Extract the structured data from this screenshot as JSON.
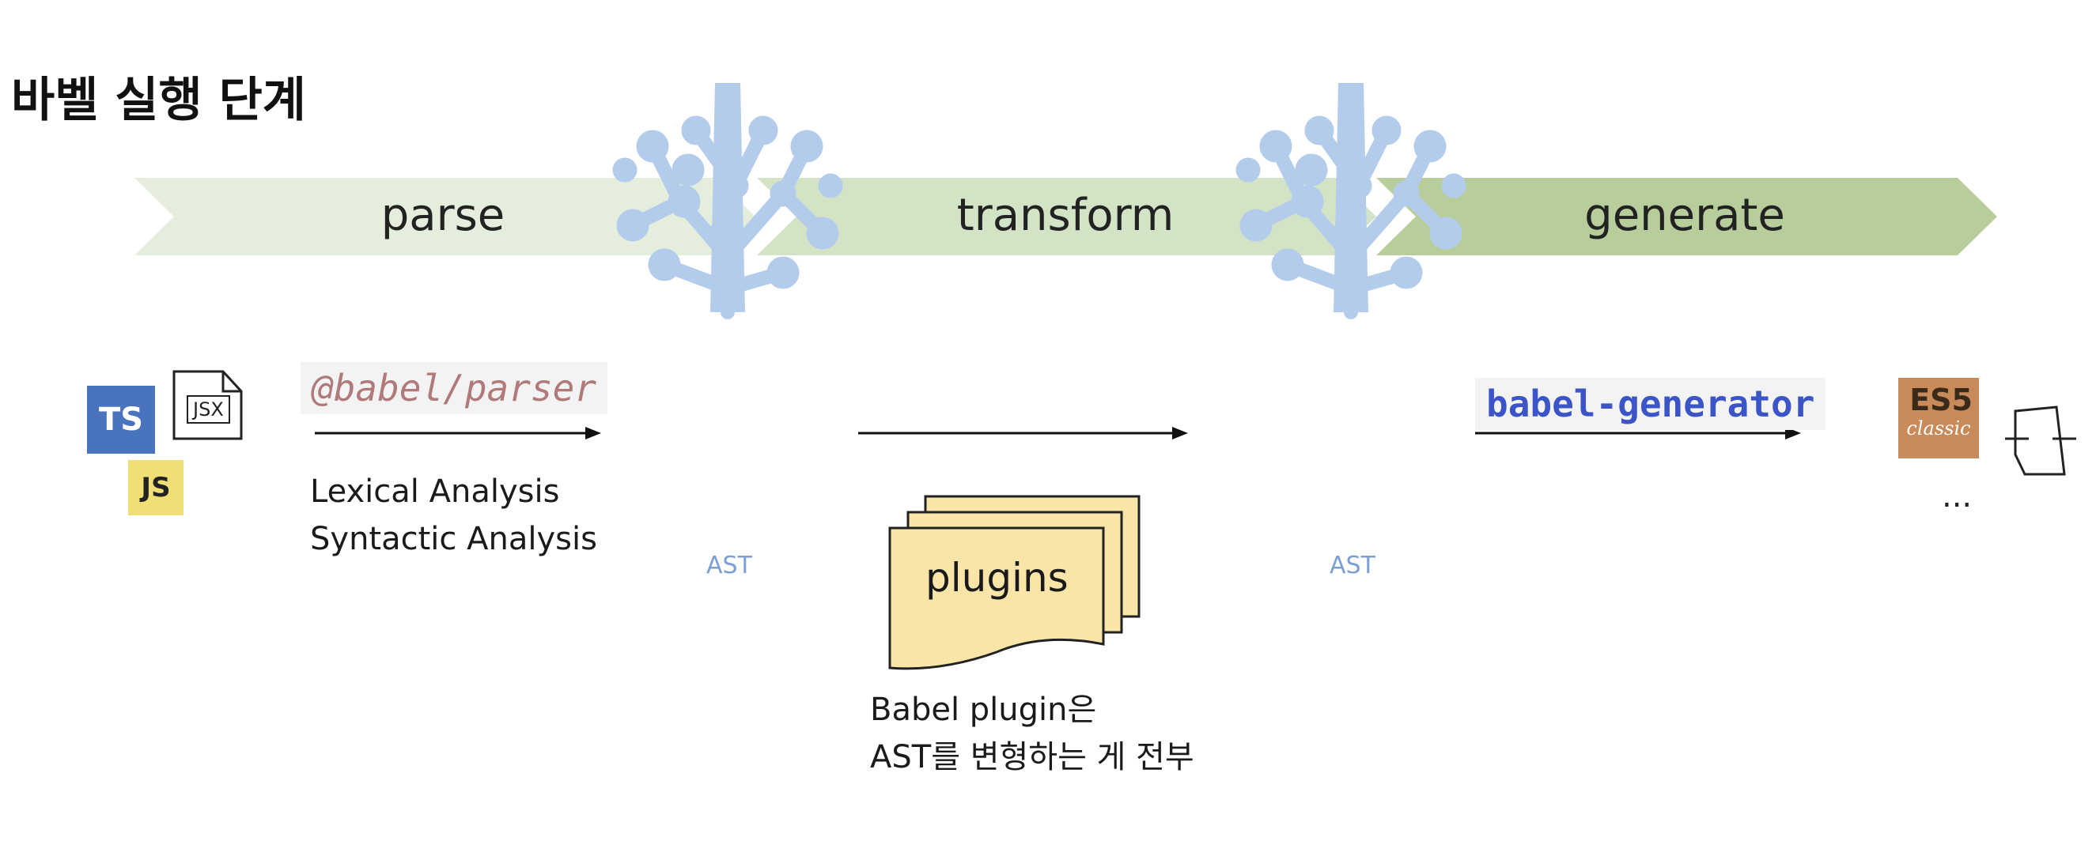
{
  "title": "바벨 실행 단계",
  "stages": [
    {
      "label": "parse",
      "color": "#e5eedc"
    },
    {
      "label": "transform",
      "color": "#d3e3c5"
    },
    {
      "label": "generate",
      "color": "#b8cd9c"
    }
  ],
  "inputs": {
    "ts": "TS",
    "jsx": "JSX",
    "js": "JS"
  },
  "parser": {
    "label": "@babel/parser",
    "lines": [
      "Lexical Analysis",
      "Syntactic Analysis"
    ]
  },
  "ast_labels": [
    "AST",
    "AST"
  ],
  "plugins": {
    "label": "plugins",
    "notes": [
      "Babel plugin은",
      "AST를 변형하는 게 전부"
    ]
  },
  "generator": {
    "label": "babel-generator"
  },
  "outputs": {
    "es5": "ES5",
    "es5_sub": "classic",
    "more": "..."
  },
  "colors": {
    "ts": "#4a73bd",
    "js": "#f1df76",
    "es5": "#c98a5a",
    "tree": "#b4ccec"
  }
}
